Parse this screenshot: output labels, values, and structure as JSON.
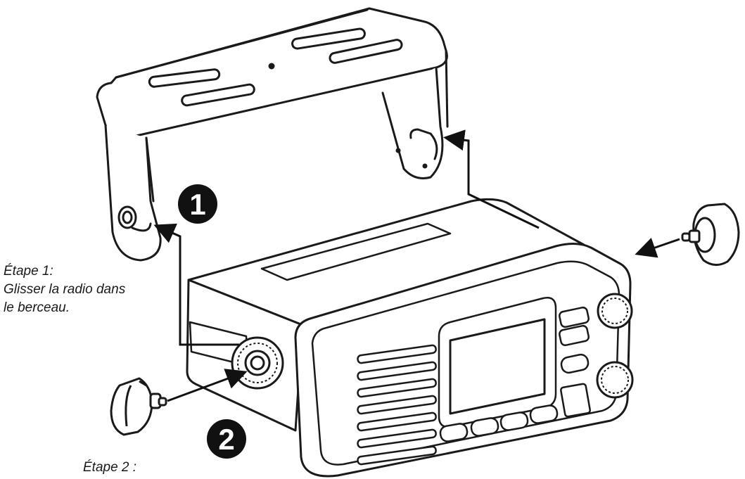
{
  "step1": {
    "number": "1",
    "title": "Étape 1:",
    "line1": "Glisser la radio dans",
    "line2": "le berceau."
  },
  "step2": {
    "number": "2",
    "title": "Étape 2 :"
  },
  "icons": {
    "bracket": "mounting-bracket",
    "radio": "vhf-radio",
    "knob_left": "mounting-knob",
    "knob_right": "mounting-knob",
    "badge_color": "#111111"
  }
}
